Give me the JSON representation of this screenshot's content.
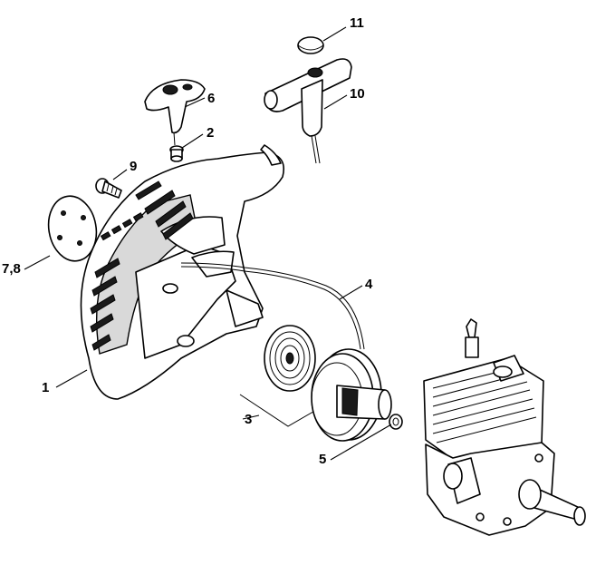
{
  "callouts": {
    "c1": "1",
    "c2": "2",
    "c3": "3",
    "c4": "4",
    "c5": "5",
    "c6": "6",
    "c78": "7,8",
    "c9": "9",
    "c10": "10",
    "c11": "11"
  }
}
